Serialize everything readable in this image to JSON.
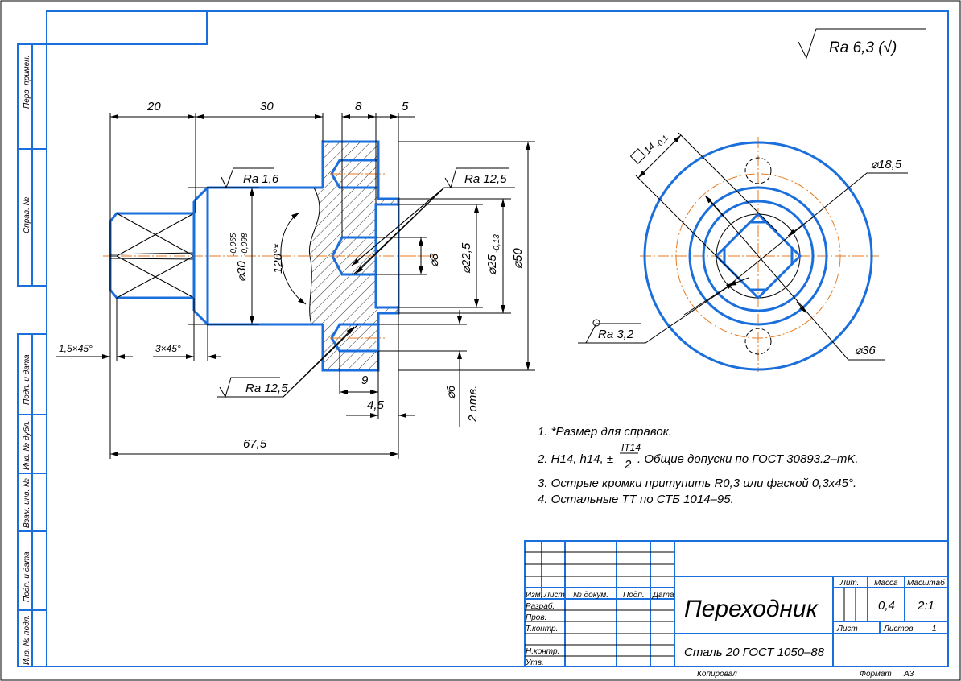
{
  "colors": {
    "outline": "#1a6fdc",
    "centerline": "#e87a1e",
    "thin": "#000000"
  },
  "side_labels": [
    "Перв. примен.",
    "Справ. №",
    "Подп. и дата",
    "Инв. № дубл.",
    "Взам. инв. №",
    "Подп. и дата",
    "Инв. № подл."
  ],
  "roughness": {
    "general": "Ra 6,3 (",
    "general_check": "√",
    "general_close": ")",
    "ra16": "Ra 1,6",
    "ra125_top": "Ra 12,5",
    "ra125_bottom": "Ra 12,5",
    "ra32": "Ra 3,2"
  },
  "dims": {
    "d20": "20",
    "d30": "30",
    "d8": "8",
    "d5": "5",
    "phi30": "⌀30",
    "phi30_up": "-0,065",
    "phi30_lo": "-0,098",
    "angle": "120°*",
    "phi8": "⌀8",
    "phi22": "⌀22,5",
    "phi25": "⌀25",
    "phi25_tol": "-0,13",
    "phi50": "⌀50",
    "chamfer1": "1,5×45°",
    "chamfer2": "3×45°",
    "d9": "9",
    "d45": "4,5",
    "phi6": "⌀6",
    "holes": "2 отв.",
    "d675": "67,5",
    "square": "14",
    "square_tol": "-0,1",
    "phi185": "⌀18,5",
    "phi36": "⌀36"
  },
  "notes": {
    "n1": "1.  *Размер для справок.",
    "n2a": "2.  H14, h14, ±",
    "n2num": "IT14",
    "n2den": "2",
    "n2b": ". Общие допуски по ГОСТ 30893.2–mK.",
    "n3": "3.  Острые кромки притупить R0,3 или фаской 0,3x45°.",
    "n4": "4.  Остальные ТТ по СТБ 1014–95."
  },
  "title_block": {
    "headers": [
      "Изм.",
      "Лист",
      "№ докум.",
      "Подп.",
      "Дата"
    ],
    "roles": [
      "Разраб.",
      "Пров.",
      "Т.контр.",
      "Н.контр.",
      "Утв."
    ],
    "name": "Переходник",
    "material": "Сталь 20 ГОСТ 1050–88",
    "lit_label": "Лит.",
    "mass_label": "Масса",
    "scale_label": "Масштаб",
    "mass": "0,4",
    "scale": "2:1",
    "sheet_label": "Лист",
    "sheets_label": "Листов",
    "sheets": "1",
    "copied": "Копировал",
    "format_label": "Формат",
    "format": "А3"
  }
}
